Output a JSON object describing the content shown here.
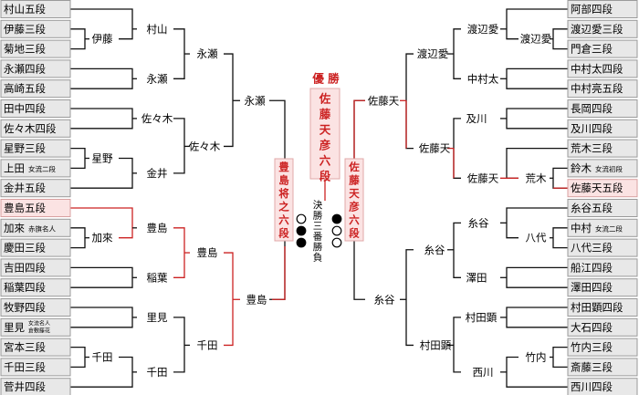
{
  "left_entrants": [
    {
      "name": "村山五段"
    },
    {
      "name": "伊藤三段"
    },
    {
      "name": "菊地三段"
    },
    {
      "name": "永瀬四段"
    },
    {
      "name": "高崎五段"
    },
    {
      "name": "田中四段"
    },
    {
      "name": "佐々木四段"
    },
    {
      "name": "星野三段"
    },
    {
      "name": "上田",
      "suffix": "女流二段"
    },
    {
      "name": "金井五段"
    },
    {
      "name": "豊島五段",
      "winner": true
    },
    {
      "name": "加來",
      "suffix": "赤旗名人"
    },
    {
      "name": "慶田三段"
    },
    {
      "name": "吉田四段"
    },
    {
      "name": "稲葉四段"
    },
    {
      "name": "牧野四段"
    },
    {
      "name": "里見",
      "suffix": "女流名人",
      "suffix2": "倉敷藤花"
    },
    {
      "name": "宮本三段"
    },
    {
      "name": "千田三段"
    },
    {
      "name": "菅井四段"
    }
  ],
  "right_entrants": [
    {
      "name": "阿部四段"
    },
    {
      "name": "渡辺愛三段"
    },
    {
      "name": "門倉三段"
    },
    {
      "name": "中村太四段"
    },
    {
      "name": "中村亮五段"
    },
    {
      "name": "長岡四段"
    },
    {
      "name": "及川四段"
    },
    {
      "name": "荒木三段"
    },
    {
      "name": "鈴木",
      "suffix": "女流初段"
    },
    {
      "name": "佐藤天五段",
      "winner": true
    },
    {
      "name": "糸谷五段"
    },
    {
      "name": "中村",
      "suffix": "女流二段"
    },
    {
      "name": "八代三段"
    },
    {
      "name": "船江四段"
    },
    {
      "name": "澤田四段"
    },
    {
      "name": "村田顕四段"
    },
    {
      "name": "大石四段"
    },
    {
      "name": "竹内三段"
    },
    {
      "name": "斎藤三段"
    },
    {
      "name": "西川四段"
    }
  ],
  "left_results": {
    "ito": "伊藤",
    "hoshino": "星野",
    "kaku": "加來",
    "senda_r1": "千田",
    "murayama": "村山",
    "nagase": "永瀬",
    "sasaki": "佐々木",
    "kanai": "金井",
    "toyoshima_r2": "豊島",
    "inaba": "稲葉",
    "satomi": "里見",
    "senda_r2": "千田",
    "nagase_r3": "永瀬",
    "sasaki_r3": "佐々木",
    "toyoshima_r3": "豊島",
    "senda_r3": "千田",
    "nagase_r4": "永瀬",
    "toyoshima_r4": "豊島"
  },
  "right_results": {
    "watanabe_r1": "渡辺愛",
    "araki": "荒木",
    "yashiro": "八代",
    "takeuchi": "竹内",
    "watanabe_r2": "渡辺愛",
    "nakamurata": "中村太",
    "oikawa": "及川",
    "satoten_r2": "佐藤天",
    "itoya_r2": "糸谷",
    "sawada": "澤田",
    "muratake_r2": "村田顕",
    "nishikawa": "西川",
    "watanabe_r3": "渡辺愛",
    "satoten_r3": "佐藤天",
    "itoya_r3": "糸谷",
    "muratake_r3": "村田顕",
    "satoten_r4": "佐藤天",
    "itoya_r4": "糸谷"
  },
  "final": {
    "champion_label": "優勝",
    "champion_name": "佐藤天彦六段",
    "left_finalist": "豊島将之六段",
    "right_finalist": "佐藤天彦六段",
    "match_label": "決勝三番勝負",
    "left_results": [
      "white",
      "black",
      "black"
    ],
    "right_results": [
      "black",
      "white",
      "white"
    ]
  }
}
